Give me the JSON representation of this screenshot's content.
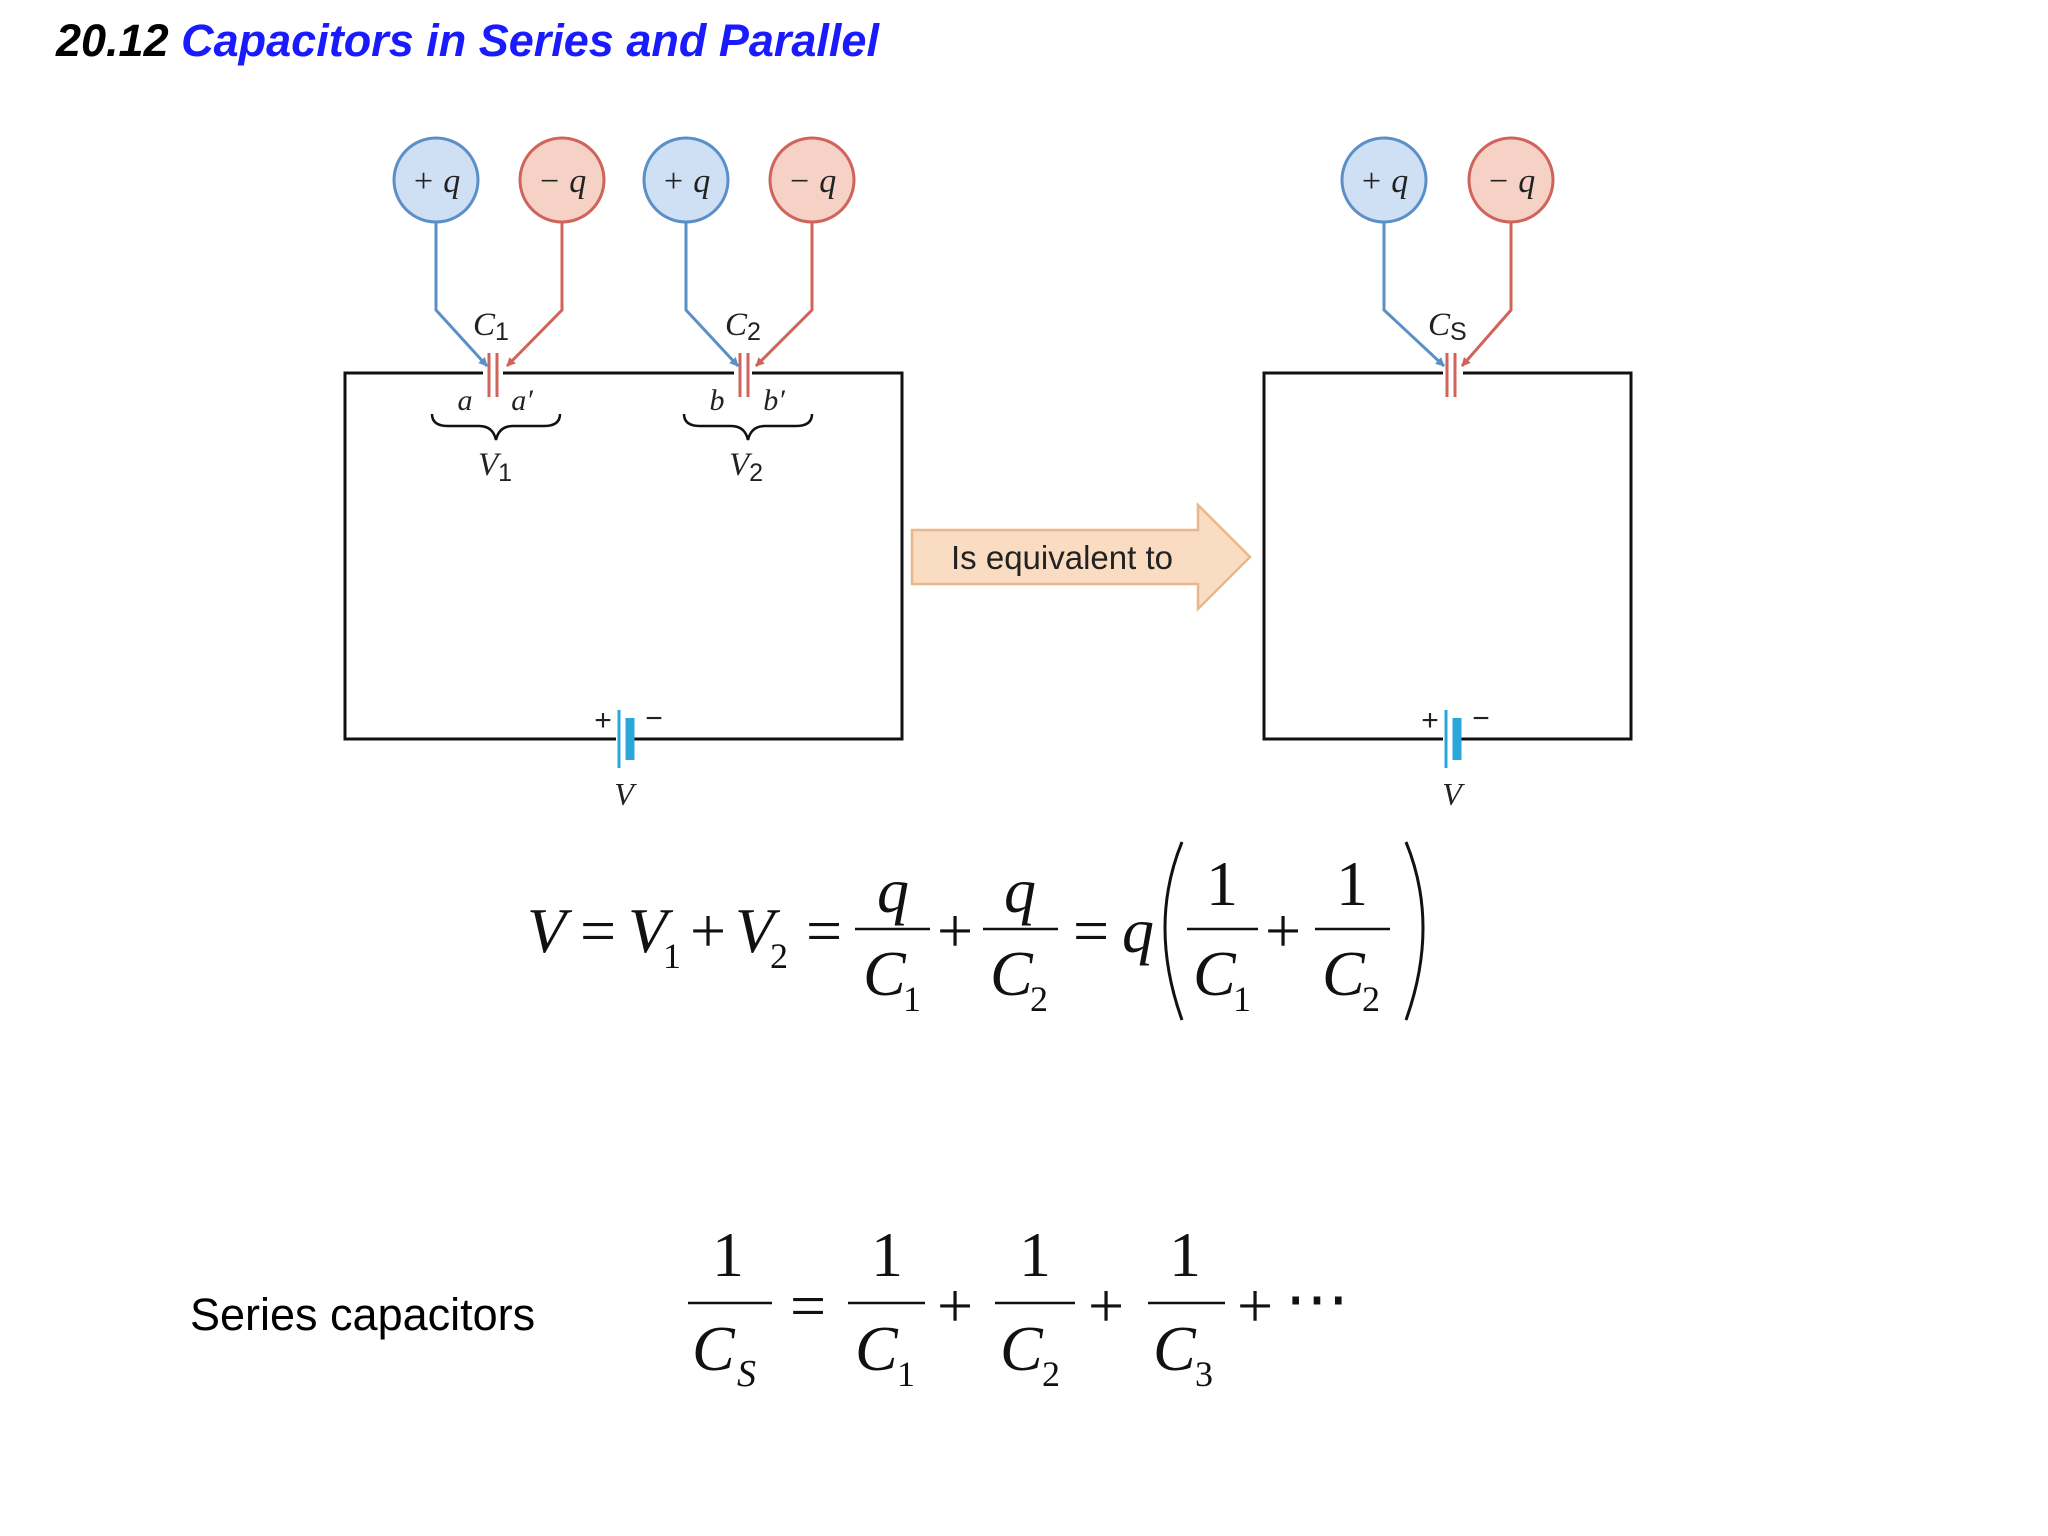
{
  "title": {
    "number": "20.12",
    "text": "Capacitors in Series and Parallel"
  },
  "colors": {
    "title_blue": "#1a1aff",
    "positive_fill": "#cfe0f5",
    "positive_stroke": "#5b8fc7",
    "negative_fill": "#f6d2c6",
    "negative_stroke": "#d0635a",
    "capacitor_plate": "#d0635a",
    "battery": "#2aa7d8",
    "arrow_fill": "#f9dcc1",
    "arrow_stroke": "#e8b88c"
  },
  "left_circuit": {
    "charges": {
      "positive": "+ q",
      "negative": "− q"
    },
    "capacitors": [
      {
        "name": "C",
        "sub": "1",
        "left_node": "a",
        "right_node": "a′",
        "voltage": "V",
        "voltage_sub": "1"
      },
      {
        "name": "C",
        "sub": "2",
        "left_node": "b",
        "right_node": "b′",
        "voltage": "V",
        "voltage_sub": "2"
      }
    ],
    "battery": {
      "plus": "+",
      "minus": "−",
      "label": "V"
    }
  },
  "arrow_label": "Is equivalent to",
  "right_circuit": {
    "charges": {
      "positive": "+ q",
      "negative": "− q"
    },
    "capacitor": {
      "name": "C",
      "sub": "S"
    },
    "battery": {
      "plus": "+",
      "minus": "−",
      "label": "V"
    }
  },
  "equation1": {
    "V": "V",
    "eq": "=",
    "plus": "+",
    "q": "q",
    "one": "1",
    "C": "C",
    "sub1": "1",
    "sub2": "2"
  },
  "series_label": "Series capacitors",
  "equation2": {
    "one": "1",
    "C": "C",
    "eq": "=",
    "plus": "+",
    "dots": "⋯",
    "subS": "S",
    "sub1": "1",
    "sub2": "2",
    "sub3": "3"
  }
}
